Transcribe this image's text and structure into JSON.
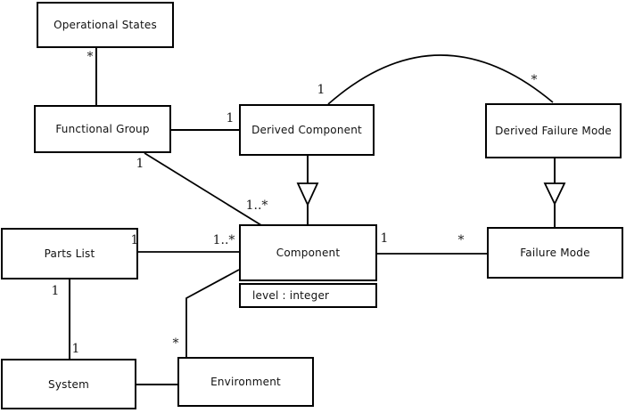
{
  "diagram": {
    "kind": "uml-class-diagram",
    "colors": {
      "line": "#000000",
      "box_border": "#000000",
      "box_fill": "#ffffff",
      "background": "#ffffff"
    },
    "classes": [
      {
        "name": "Operational States"
      },
      {
        "name": "Functional Group"
      },
      {
        "name": "Derived Component"
      },
      {
        "name": "Derived Failure Mode"
      },
      {
        "name": "Parts List"
      },
      {
        "name": "Component",
        "attributes": [
          "level : integer"
        ]
      },
      {
        "name": "Failure Mode"
      },
      {
        "name": "System"
      },
      {
        "name": "Environment"
      }
    ],
    "relationships": [
      {
        "from": "Operational States",
        "to": "Functional Group",
        "type": "association",
        "labels_shown": [
          "*"
        ]
      },
      {
        "from": "Functional Group",
        "to": "Derived Component",
        "type": "association",
        "labels_shown": [
          "1"
        ]
      },
      {
        "from": "Derived Component",
        "to": "Derived Failure Mode",
        "type": "association-arc",
        "labels_shown": [
          "1",
          "*"
        ]
      },
      {
        "from": "Derived Component",
        "to": "Component",
        "type": "generalization"
      },
      {
        "from": "Derived Failure Mode",
        "to": "Failure Mode",
        "type": "generalization"
      },
      {
        "from": "Functional Group",
        "to": "Component",
        "type": "association",
        "labels_shown": [
          "1",
          "1..*"
        ]
      },
      {
        "from": "Parts List",
        "to": "Component",
        "type": "association",
        "labels_shown": [
          "1",
          "1..*"
        ]
      },
      {
        "from": "Component",
        "to": "Failure Mode",
        "type": "association",
        "labels_shown": [
          "1",
          "*"
        ]
      },
      {
        "from": "Parts List",
        "to": "System",
        "type": "association",
        "labels_shown": [
          "1",
          "1"
        ]
      },
      {
        "from": "System",
        "to": "Environment",
        "type": "association",
        "labels_shown": []
      },
      {
        "from": "Component",
        "to": "Environment",
        "type": "association",
        "labels_shown": [
          "*"
        ]
      }
    ],
    "labels": [
      {
        "rel": "operational-states_functional-group",
        "text": "*"
      },
      {
        "rel": "functional-group_derived-component",
        "text": "1"
      },
      {
        "rel": "derived-component_arc",
        "text": "1"
      },
      {
        "rel": "derived-failure-mode_arc",
        "text": "*"
      },
      {
        "rel": "functional-group_component_near-fg",
        "text": "1"
      },
      {
        "rel": "functional-group_component_near-comp",
        "text": "1..*"
      },
      {
        "rel": "parts-list_component_near-pl",
        "text": "1"
      },
      {
        "rel": "parts-list_component_near-comp",
        "text": "1..*"
      },
      {
        "rel": "component_failure-mode_near-comp",
        "text": "1"
      },
      {
        "rel": "component_failure-mode_near-fm",
        "text": "*"
      },
      {
        "rel": "parts-list_system_near-pl",
        "text": "1"
      },
      {
        "rel": "parts-list_system_near-sys",
        "text": "1"
      },
      {
        "rel": "component_environment_near-env",
        "text": "*"
      }
    ]
  }
}
